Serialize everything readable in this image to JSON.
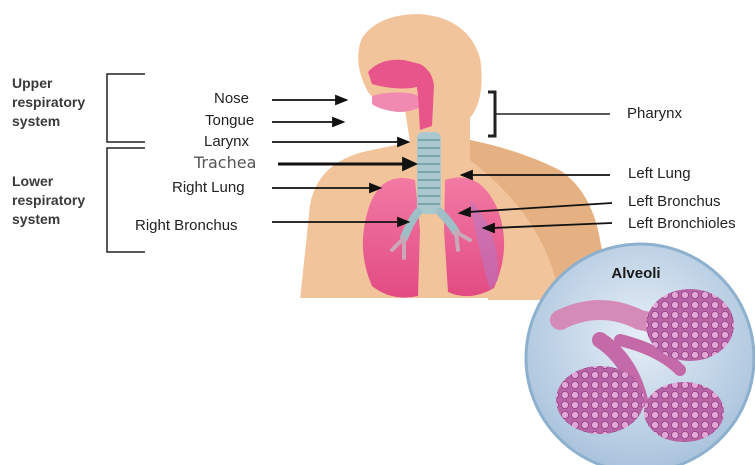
{
  "groups": {
    "upper": [
      "Upper",
      "respiratory",
      "system"
    ],
    "lower": [
      "Lower",
      "respiratory",
      "system"
    ]
  },
  "labels": {
    "nose": "Nose",
    "tongue": "Tongue",
    "larynx": "Larynx",
    "trachea": "Trachea",
    "right_lung": "Right Lung",
    "right_bronchus": "Right Bronchus",
    "pharynx": "Pharynx",
    "left_lung": "Left Lung",
    "left_bronchus": "Left Bronchus",
    "left_bronchioles": "Left Bronchioles",
    "alveoli": "Alveoli"
  },
  "colors": {
    "skin": "#f2c49b",
    "skin_shadow": "#e0a878",
    "lung": "#e8558a",
    "lung_light": "#f49ab8",
    "trachea": "#a9c9cf",
    "alveoli_bg": "#c9dced",
    "alveoli_cluster": "#b35fa3"
  }
}
